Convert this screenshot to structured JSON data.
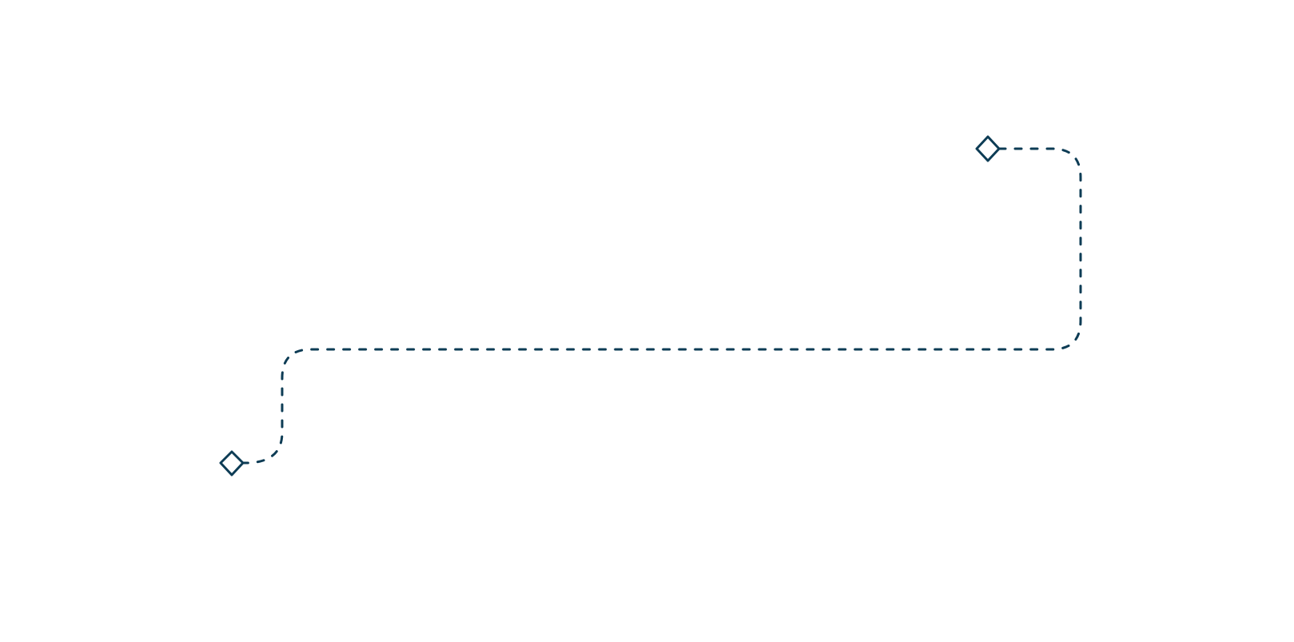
{
  "diagram": {
    "connector": {
      "style": "dashed",
      "color": "#0d3c55",
      "start_marker": "diamond",
      "end_marker": "diamond"
    }
  }
}
